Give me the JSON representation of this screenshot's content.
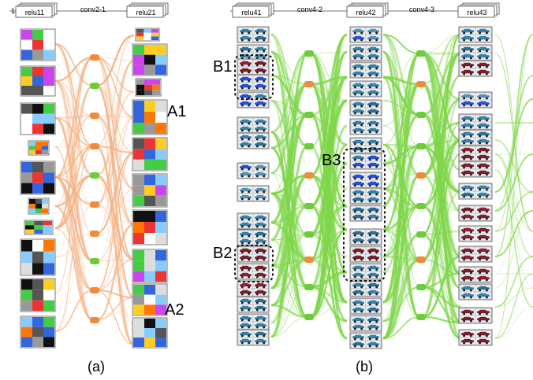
{
  "panel_a": {
    "layer_left": "relu11",
    "layer_right": "relu21",
    "connection": "conv2-1",
    "tag": "1",
    "annotations": [
      "A1",
      "A2"
    ],
    "caption": "(a)"
  },
  "panel_b": {
    "layers": [
      "relu41",
      "relu42",
      "relu43"
    ],
    "connections": [
      "conv4-2",
      "conv4-3"
    ],
    "annotations": [
      "B1",
      "B2",
      "B3"
    ],
    "caption": "(b)"
  },
  "colors": {
    "edge_a": "#f4b183",
    "edge_b": "#7fd64a",
    "node_orange": "#f08a3c",
    "node_green": "#6ccc3c",
    "frame": "#555555",
    "dashed_box": "#111111"
  },
  "icons": [
    "car-thumbnail-icon",
    "abstract-filter-patch-icon"
  ]
}
